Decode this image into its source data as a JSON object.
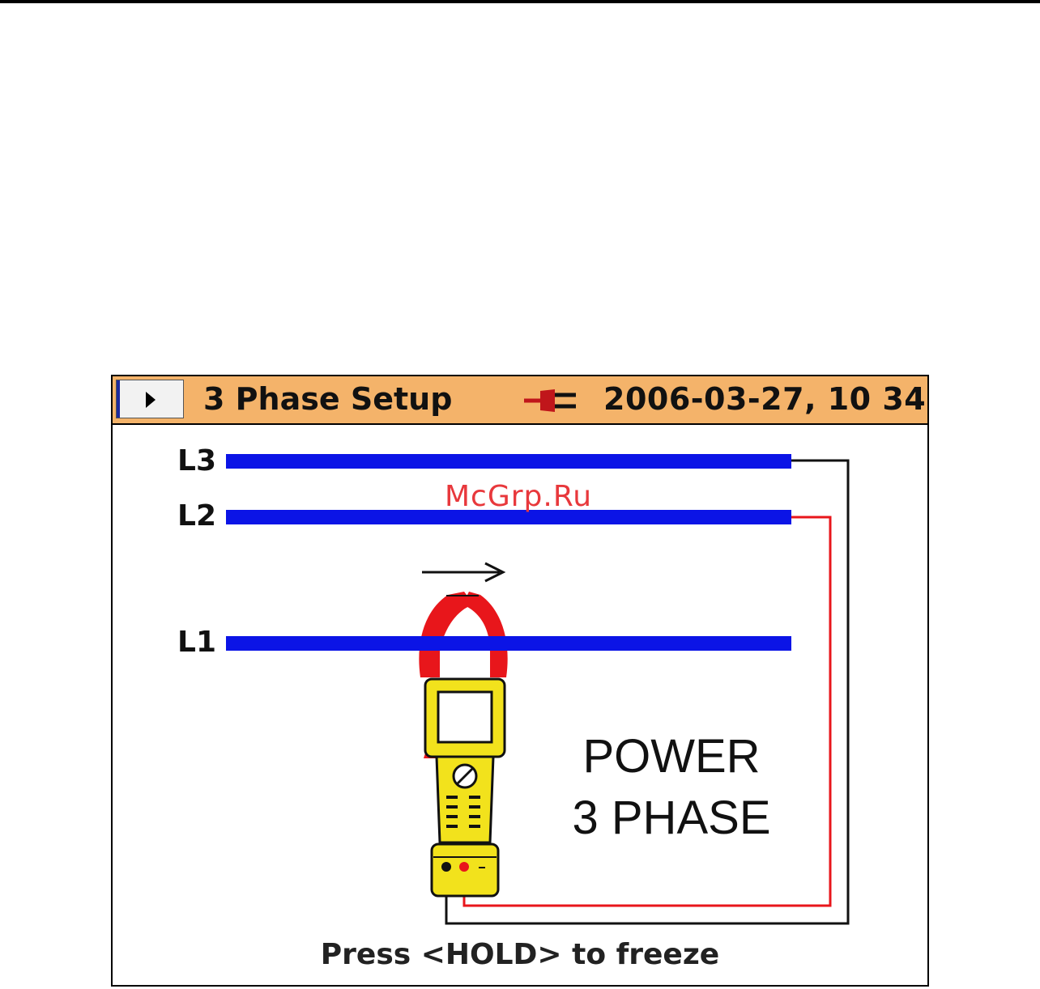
{
  "window": {
    "title": "3 Phase Setup",
    "datetime": "2006-03-27, 10 34",
    "menu_icon": "play-arrow-icon",
    "status_icon": "plug-icon"
  },
  "diagram": {
    "lines": [
      {
        "name": "L3",
        "color": "#0b14e6"
      },
      {
        "name": "L2",
        "color": "#0b14e6"
      },
      {
        "name": "L1",
        "color": "#0b14e6"
      }
    ],
    "clamp_color": "#f2e21c",
    "jaw_color": "#e8161b",
    "lead_red": "#e8161b",
    "lead_black": "#111111",
    "mode_line1": "POWER",
    "mode_line2": "3 PHASE",
    "watermark": "McGrp.Ru"
  },
  "footer": {
    "hint": "Press <HOLD> to freeze"
  },
  "colors": {
    "titlebar": "#f4b36a",
    "accent": "#1d2a9c"
  }
}
